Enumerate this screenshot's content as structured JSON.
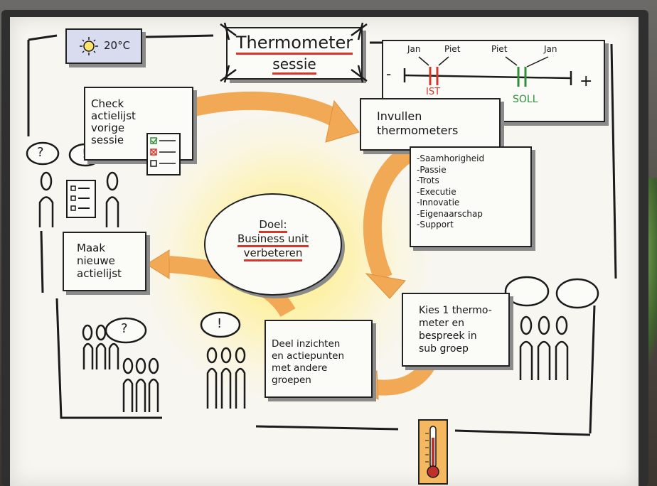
{
  "weather": {
    "temperature": "20°C",
    "icon": "sun-icon"
  },
  "title": {
    "line1": "Thermometer",
    "line2": "sessie"
  },
  "scale": {
    "minus": "-",
    "plus": "+",
    "ist": {
      "label": "IST",
      "names": [
        "Jan",
        "Piet"
      ]
    },
    "soll": {
      "label": "SOLL",
      "names": [
        "Piet",
        "Jan"
      ]
    }
  },
  "steps": {
    "check": {
      "lines": [
        "Check",
        "actielijst",
        "vorige",
        "sessie"
      ]
    },
    "invullen": {
      "lines": [
        "Invullen",
        "thermometers"
      ]
    },
    "kies": {
      "lines": [
        "Kies 1 thermo-",
        "meter en",
        "bespreek in",
        "sub groep"
      ]
    },
    "deel": {
      "lines": [
        "Deel inzichten",
        "en actiepunten",
        "met andere",
        "groepen"
      ]
    },
    "maak": {
      "lines": [
        "Maak",
        "nieuwe",
        "actielijst"
      ]
    }
  },
  "themes": [
    "-Saamhorigheid",
    "-Passie",
    "-Trots",
    "-Executie",
    "-Innovatie",
    "-Eigenaarschap",
    "-Support"
  ],
  "goal": {
    "line1": "Doel:",
    "line2": "Business unit",
    "line3": "verbeteren"
  },
  "icons": {
    "question": "?",
    "exclamation": "!"
  },
  "colors": {
    "arrow": "#f2a955",
    "arrow_edge": "#e08f3a",
    "red": "#d9352a",
    "green": "#2f8f3a",
    "sun": "#ffe56a",
    "thermo": "#c0302a"
  }
}
